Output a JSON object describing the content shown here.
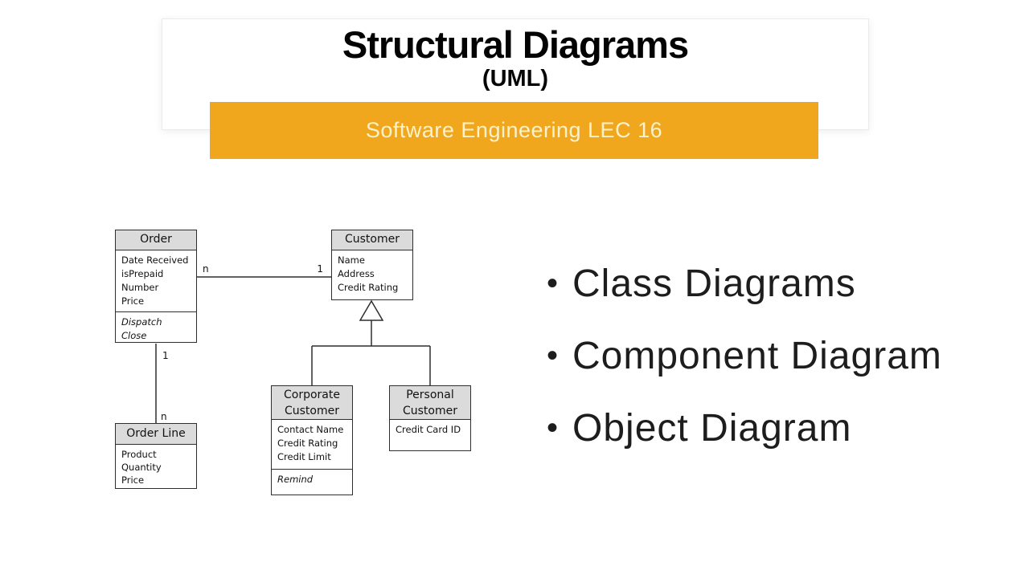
{
  "header": {
    "title": "Structural Diagrams",
    "subtitle": "(UML)",
    "banner": "Software Engineering LEC 16"
  },
  "colors": {
    "accent_orange": "#F0A71D",
    "banner_text": "#FBF2CD",
    "class_header_gray": "#DBDBDB",
    "diagram_line": "#2E2E2E"
  },
  "bullets": {
    "marker": "•",
    "items": [
      {
        "label": "Class Diagrams"
      },
      {
        "label": "Component Diagram"
      },
      {
        "label": "Object Diagram"
      }
    ]
  },
  "uml": {
    "classes": [
      {
        "name": "Order",
        "attributes": [
          "Date Received",
          "isPrepaid",
          "Number",
          "Price"
        ],
        "operations": [
          "Dispatch",
          "Close"
        ]
      },
      {
        "name": "Customer",
        "attributes": [
          "Name",
          "Address",
          "Credit Rating"
        ],
        "operations": []
      },
      {
        "name": "Order Line",
        "attributes": [
          "Product",
          "Quantity",
          "Price"
        ],
        "operations": []
      },
      {
        "name": "Corporate Customer",
        "attributes": [
          "Contact Name",
          "Credit Rating",
          "Credit Limit"
        ],
        "operations": [
          "Remind"
        ]
      },
      {
        "name": "Personal Customer",
        "attributes": [
          "Credit Card ID"
        ],
        "operations": []
      }
    ],
    "associations": [
      {
        "from": "Order",
        "to": "Customer",
        "from_multiplicity": "n",
        "to_multiplicity": "1"
      },
      {
        "from": "Order",
        "to": "Order Line",
        "from_multiplicity": "1",
        "to_multiplicity": "n"
      }
    ],
    "generalization": {
      "parent": "Customer",
      "children": [
        "Corporate Customer",
        "Personal Customer"
      ]
    }
  }
}
